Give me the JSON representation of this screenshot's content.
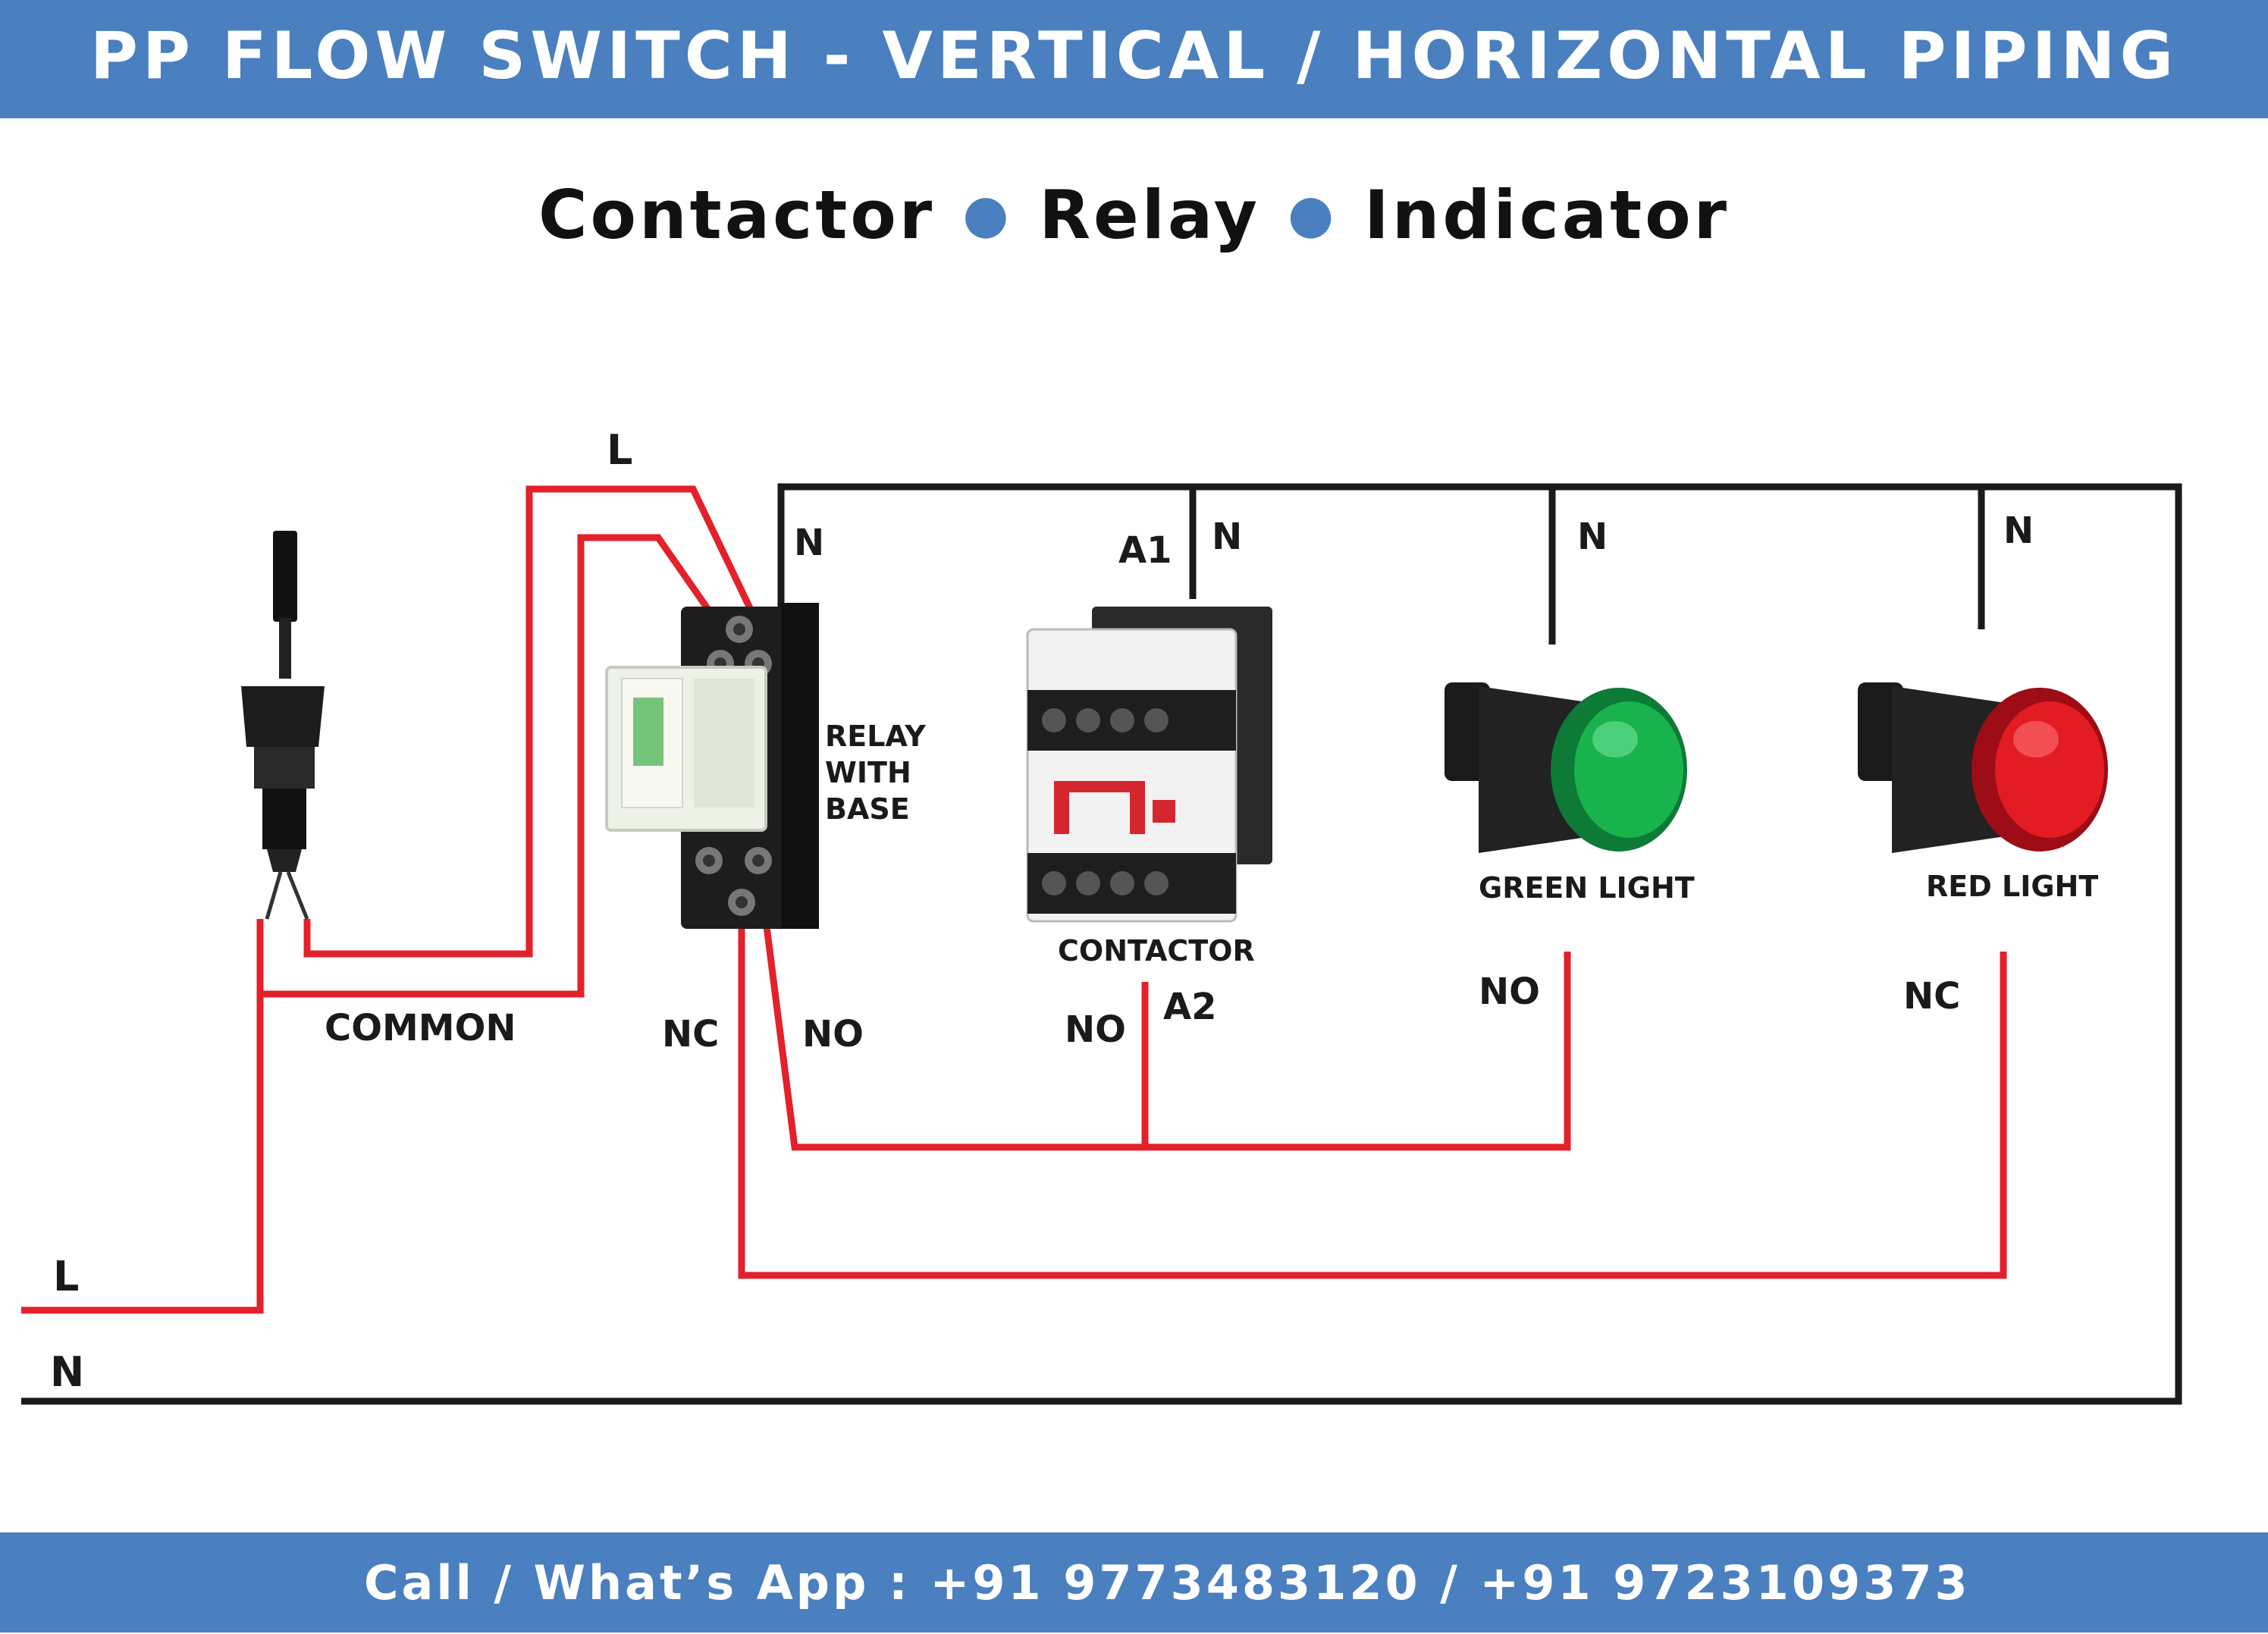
{
  "header": {
    "title": "PP FLOW SWITCH - VERTICAL / HORIZONTAL PIPING"
  },
  "subtitle": {
    "item1": "Contactor",
    "item2": "Relay",
    "item3": "Indicator"
  },
  "footer": {
    "contact": "Call / What’s App : +91 9773483120 / +91 9723109373"
  },
  "colors": {
    "band": "#4a7fc0",
    "wire_line": "#e3212b",
    "wire_neutral": "#1a1a1a"
  },
  "labels": {
    "l_top": "L",
    "n_relay": "N",
    "a1": "A1",
    "n_contactor": "N",
    "n_green": "N",
    "n_red": "N",
    "relay_line1": "RELAY",
    "relay_line2": "WITH",
    "relay_line3": "BASE",
    "contactor": "CONTACTOR",
    "green_light": "GREEN LIGHT",
    "red_light": "RED LIGHT",
    "common": "COMMON",
    "nc_relay": "NC",
    "no_relay": "NO",
    "no_contactor": "NO",
    "a2": "A2",
    "no_green": "NO",
    "nc_red": "NC",
    "l_supply": "L",
    "n_supply": "N"
  },
  "components": {
    "flow_switch": "flow-switch-icon",
    "relay": "relay-with-base-icon",
    "contactor": "contactor-icon",
    "green_light": "green-indicator-icon",
    "red_light": "red-indicator-icon"
  }
}
